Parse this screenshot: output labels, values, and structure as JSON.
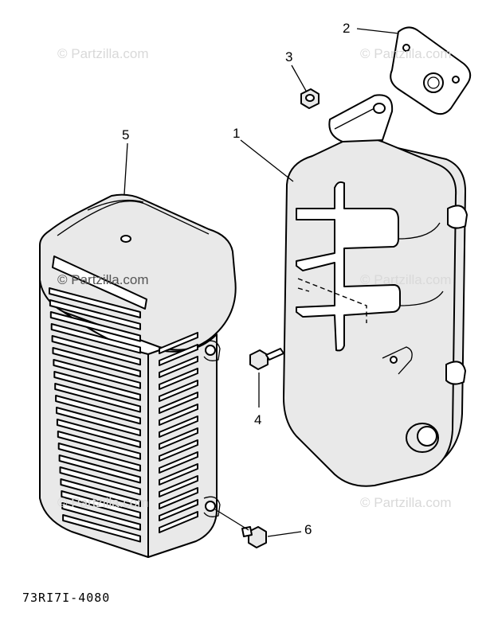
{
  "watermark": "© Partzilla.com",
  "diagram_code": "73RI7I-4080",
  "callouts": {
    "c1": "1",
    "c2": "2",
    "c3": "3",
    "c4": "4",
    "c5": "5",
    "c6": "6"
  }
}
